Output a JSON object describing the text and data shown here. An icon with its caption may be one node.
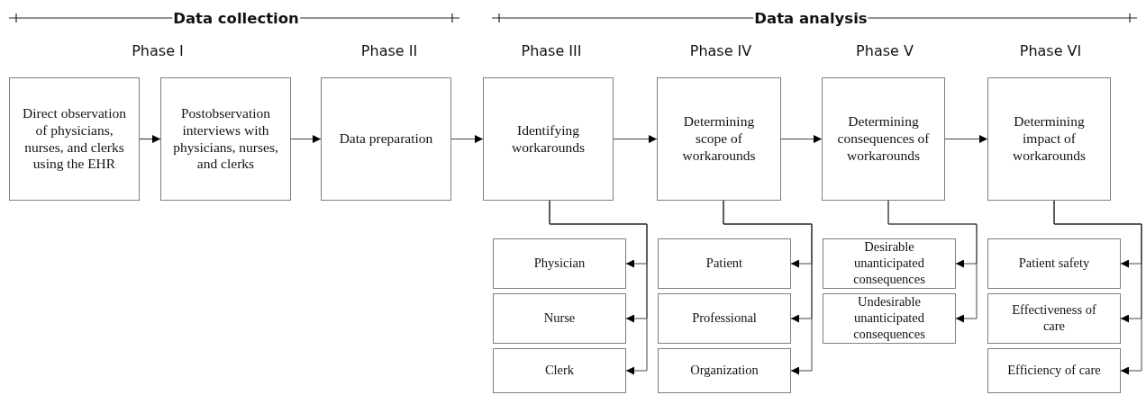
{
  "diagram": {
    "nodes": [
      {
        "text": [
          "Direct observation of physicians, nurses, and clerks using the EHR"
        ]
      },
      {
        "text": [
          "Postobservation interviews with physicians, nurses, and clerks"
        ]
      },
      {
        "text": [
          "Data preparation"
        ]
      },
      {
        "text": [
          "Identifying workarounds"
        ]
      },
      {
        "text": [
          "Determining scope of workarounds"
        ]
      },
      {
        "text": [
          "Determining consequences of workarounds"
        ]
      },
      {
        "text": [
          "Determining impact of workarounds"
        ]
      },
      {
        "text": [
          "Physician"
        ]
      },
      {
        "text": [
          "Nurse"
        ]
      },
      {
        "text": [
          "Clerk"
        ]
      },
      {
        "text": [
          "Patient"
        ]
      },
      {
        "text": [
          "Professional"
        ]
      },
      {
        "text": [
          "Organization"
        ]
      },
      {
        "text": [
          "Desirable unanticipated consequences"
        ]
      },
      {
        "text": [
          "Undesirable unanticipated consequences"
        ]
      },
      {
        "text": [
          "Patient safety"
        ]
      },
      {
        "text": [
          "Effectiveness of care"
        ]
      },
      {
        "text": [
          "Efficiency of care"
        ]
      }
    ],
    "edges": [
      {
        "from": 0,
        "to": 1,
        "arrow": "to"
      },
      {
        "from": 1,
        "to": 2,
        "arrow": "to"
      },
      {
        "from": 2,
        "to": 3,
        "arrow": "to"
      },
      {
        "from": 3,
        "to": 4,
        "arrow": "to"
      },
      {
        "from": 4,
        "to": 5,
        "arrow": "to"
      },
      {
        "from": 5,
        "to": 6,
        "arrow": "to"
      },
      {
        "from": 3,
        "to": 7,
        "arrow": "to"
      },
      {
        "from": 3,
        "to": 8,
        "arrow": "to"
      },
      {
        "from": 3,
        "to": 9,
        "arrow": "to"
      },
      {
        "from": 4,
        "to": 10,
        "arrow": "to"
      },
      {
        "from": 4,
        "to": 11,
        "arrow": "to"
      },
      {
        "from": 4,
        "to": 12,
        "arrow": "to"
      },
      {
        "from": 5,
        "to": 13,
        "arrow": "to"
      },
      {
        "from": 5,
        "to": 14,
        "arrow": "to"
      },
      {
        "from": 6,
        "to": 15,
        "arrow": "to"
      },
      {
        "from": 6,
        "to": 16,
        "arrow": "to"
      },
      {
        "from": 6,
        "to": 17,
        "arrow": "to"
      }
    ],
    "labels": [
      "Data collection",
      "Data analysis",
      "Phase I",
      "Phase II",
      "Phase III",
      "Phase IV",
      "Phase V",
      "Phase VI"
    ]
  }
}
